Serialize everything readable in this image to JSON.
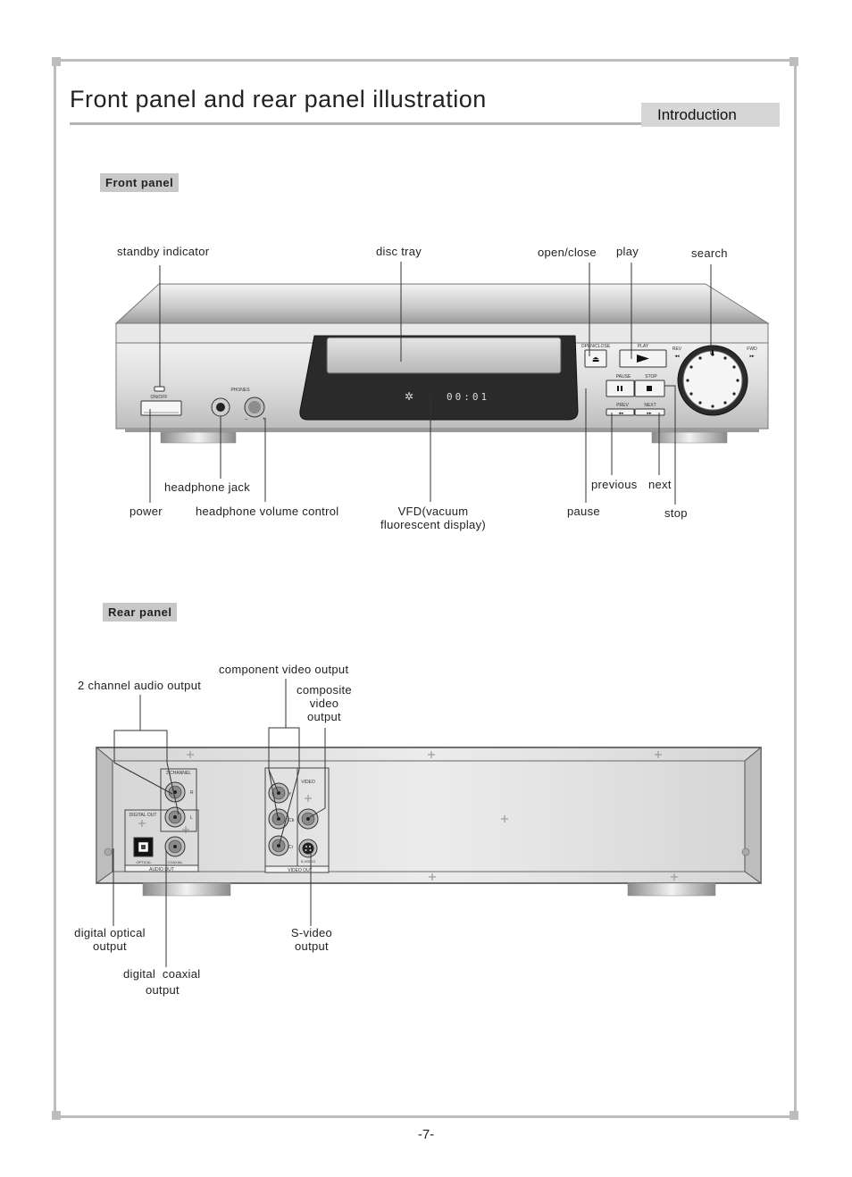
{
  "page": {
    "title": "Front panel and rear panel illustration",
    "section_tag": "Introduction",
    "page_number": "-7-"
  },
  "front_panel": {
    "heading": "Front panel",
    "device_labels": {
      "on_off": "ON/OFF",
      "phones": "PHONES",
      "open_close": "OPEN/CLOSE",
      "play": "PLAY",
      "pause": "PAUSE",
      "stop": "STOP",
      "prev": "PREV",
      "next": "NEXT",
      "rev": "REV",
      "fwd": "FWD",
      "display": "00:01"
    },
    "callouts": {
      "standby_indicator": "standby indicator",
      "disc_tray": "disc tray",
      "open_close": "open/close",
      "play": "play",
      "search": "search",
      "headphone_jack": "headphone jack",
      "power": "power",
      "headphone_volume": "headphone volume control",
      "vfd_line1": "VFD(vacuum",
      "vfd_line2": "fluorescent display)",
      "previous": "previous",
      "next": "next",
      "pause": "pause",
      "stop": "stop"
    }
  },
  "rear_panel": {
    "heading": "Rear panel",
    "device_labels": {
      "two_channel": "2 CHANNEL",
      "digital_out": "DIGITAL OUT",
      "optical": "OPTICAL",
      "coaxial": "COAXIAL",
      "audio_out": "AUDIO OUT",
      "video": "VIDEO",
      "s_video": "S-VIDEO",
      "video_out": "VIDEO OUT",
      "r": "R",
      "l": "L",
      "y": "Y",
      "cb": "Cb",
      "cr": "Cr"
    },
    "callouts": {
      "component_video": "component video output",
      "two_channel_audio": "2 channel audio output",
      "composite_l1": "composite",
      "composite_l2": "video",
      "composite_l3": "output",
      "digital_optical_l1": "digital optical",
      "digital_optical_l2": "output",
      "s_video_l1": "S-video",
      "s_video_l2": "output",
      "digital_coaxial_l1": "digital  coaxial",
      "digital_coaxial_l2": "output"
    }
  }
}
